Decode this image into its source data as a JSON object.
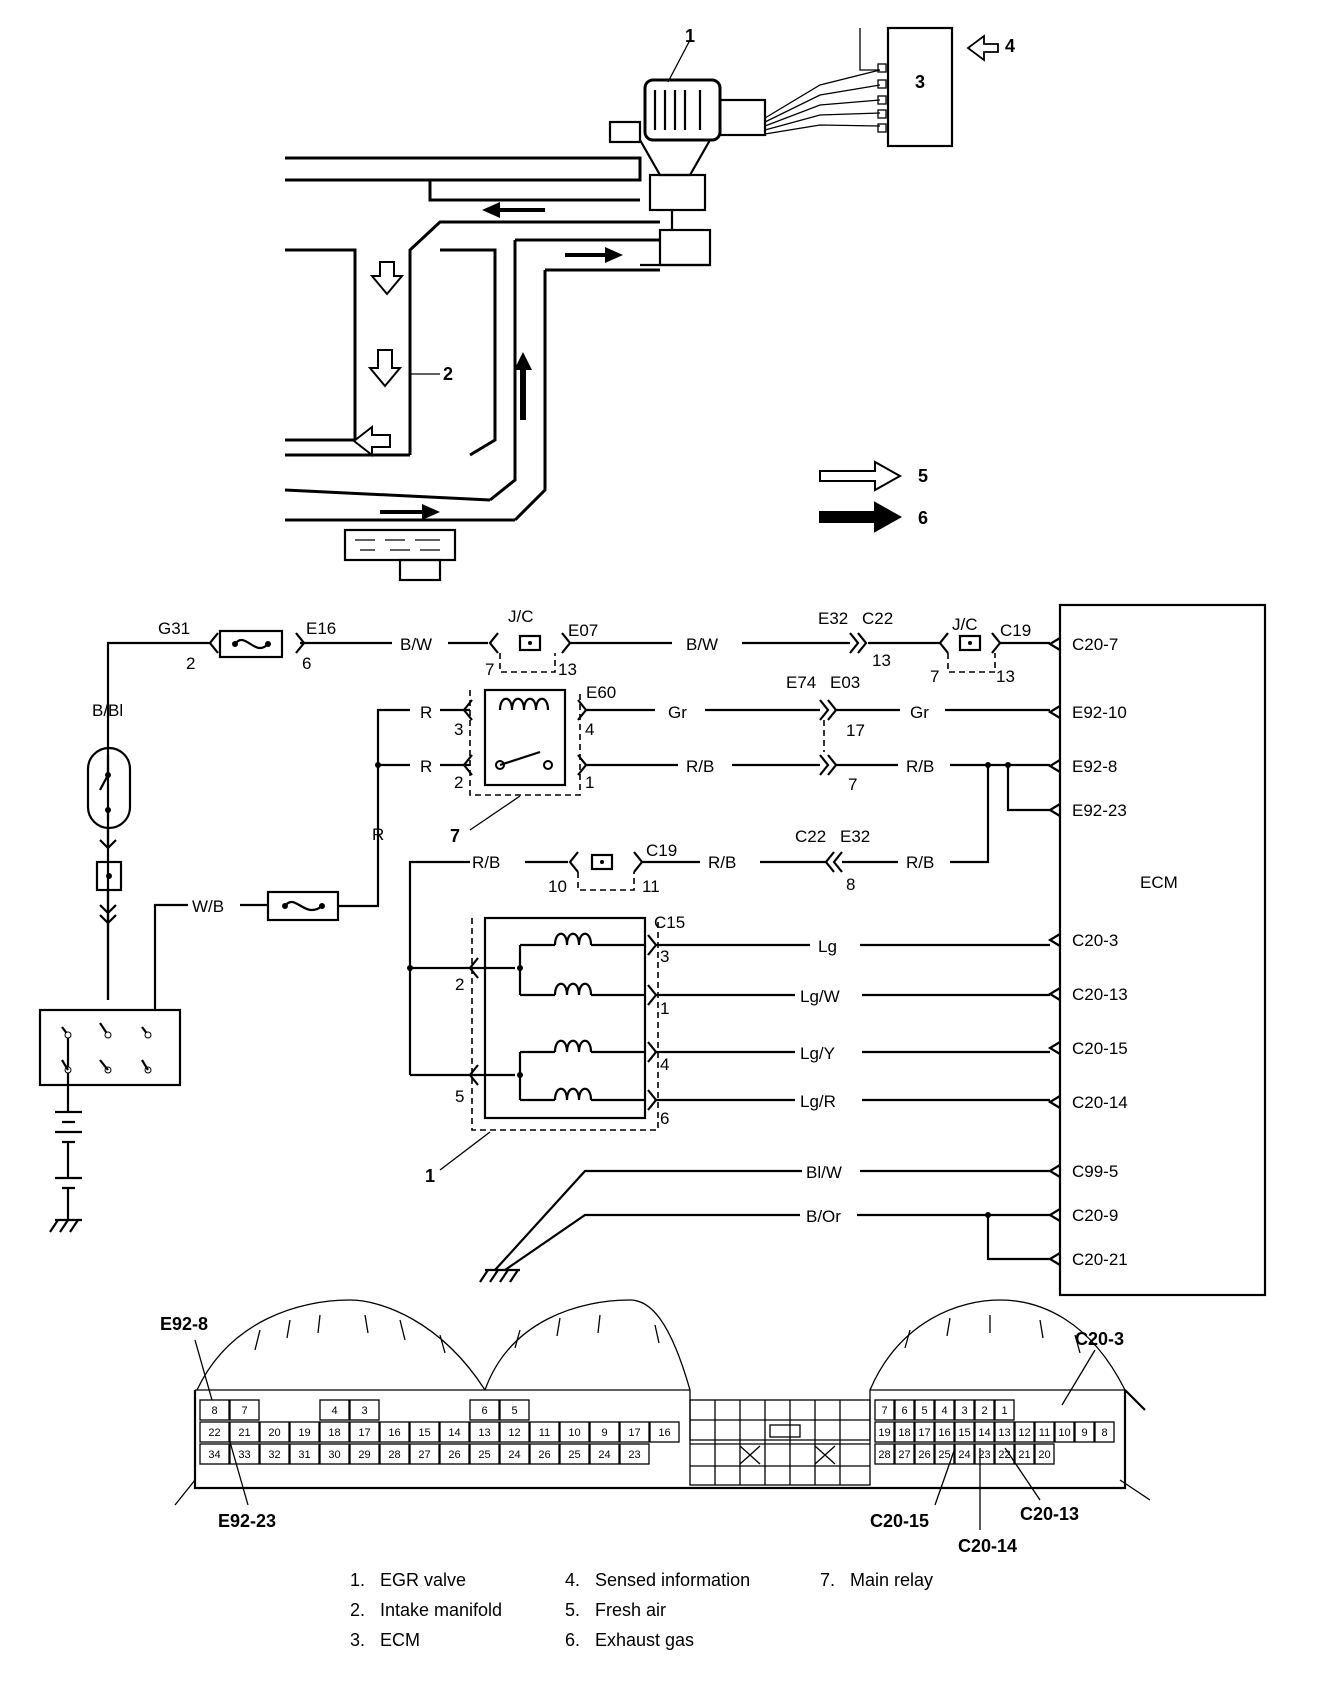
{
  "callouts": {
    "egr_valve": "1",
    "intake_manifold": "2",
    "ecm": "3",
    "sensed_information": "4",
    "fresh_air": "5",
    "exhaust_gas": "6",
    "main_relay": "7",
    "egr_valve_lower": "1"
  },
  "connectors": {
    "g31": "G31",
    "e16": "E16",
    "jc1": "J/C",
    "e07": "E07",
    "e32a": "E32",
    "c22a": "C22",
    "jc2": "J/C",
    "c19a": "C19",
    "e60": "E60",
    "e74": "E74",
    "e03": "E03",
    "c19b": "C19",
    "c22b": "C22",
    "e32b": "E32",
    "c15": "C15"
  },
  "pins": {
    "g31_2": "2",
    "e16_6": "6",
    "jc1_7": "7",
    "jc1_13": "13",
    "e32_13": "13",
    "jc2_7": "7",
    "jc2_13": "13",
    "relay_3": "3",
    "relay_2": "2",
    "relay_4": "4",
    "relay_1": "1",
    "e03_17": "17",
    "e03_7": "7",
    "c19_10": "10",
    "c19_11": "11",
    "e32_8": "8",
    "egr_2": "2",
    "egr_5": "5",
    "egr_3": "3",
    "egr_1": "1",
    "egr_4": "4",
    "egr_6": "6"
  },
  "wires": {
    "bw1": "B/W",
    "bw2": "B/W",
    "bbl": "B/Bl",
    "r1": "R",
    "r2": "R",
    "r3": "R",
    "gr1": "Gr",
    "gr2": "Gr",
    "rb1": "R/B",
    "rb2": "R/B",
    "rb3": "R/B",
    "rb4": "R/B",
    "rb5": "R/B",
    "wb": "W/B",
    "lg": "Lg",
    "lgw": "Lg/W",
    "lgy": "Lg/Y",
    "lgr": "Lg/R",
    "blw": "Bl/W",
    "bor": "B/Or"
  },
  "ecm": {
    "label": "ECM",
    "terminals": [
      "C20-7",
      "E92-10",
      "E92-8",
      "E92-23",
      "C20-3",
      "C20-13",
      "C20-15",
      "C20-14",
      "C99-5",
      "C20-9",
      "C20-21"
    ]
  },
  "connector_view": {
    "e92_8": "E92-8",
    "e92_23": "E92-23",
    "c20_3": "C20-3",
    "c20_15": "C20-15",
    "c20_14": "C20-14",
    "c20_13": "C20-13",
    "left_block": {
      "row1": [
        "8",
        "7",
        "",
        "",
        "4",
        "3",
        "",
        "",
        "",
        "6",
        "5",
        ""
      ],
      "row2": [
        "22",
        "21",
        "20",
        "19",
        "18",
        "17",
        "16",
        "15",
        "14",
        "13",
        "12",
        "11",
        "10",
        "9",
        "17",
        "16"
      ],
      "row3": [
        "34",
        "33",
        "32",
        "31",
        "30",
        "29",
        "28",
        "27",
        "26",
        "25",
        "24",
        "26",
        "25",
        "24",
        "23"
      ]
    },
    "right_block": {
      "row1": [
        "7",
        "6",
        "5",
        "4",
        "3",
        "2",
        "1"
      ],
      "row2": [
        "19",
        "18",
        "17",
        "16",
        "15",
        "14",
        "13",
        "12",
        "11",
        "10",
        "9",
        "8"
      ],
      "row3": [
        "28",
        "27",
        "26",
        "25",
        "24",
        "23",
        "22",
        "21",
        "20"
      ]
    }
  },
  "legend": [
    {
      "num": "1.",
      "text": "EGR valve"
    },
    {
      "num": "2.",
      "text": "Intake manifold"
    },
    {
      "num": "3.",
      "text": "ECM"
    },
    {
      "num": "4.",
      "text": "Sensed information"
    },
    {
      "num": "5.",
      "text": "Fresh air"
    },
    {
      "num": "6.",
      "text": "Exhaust gas"
    },
    {
      "num": "7.",
      "text": "Main relay"
    }
  ]
}
